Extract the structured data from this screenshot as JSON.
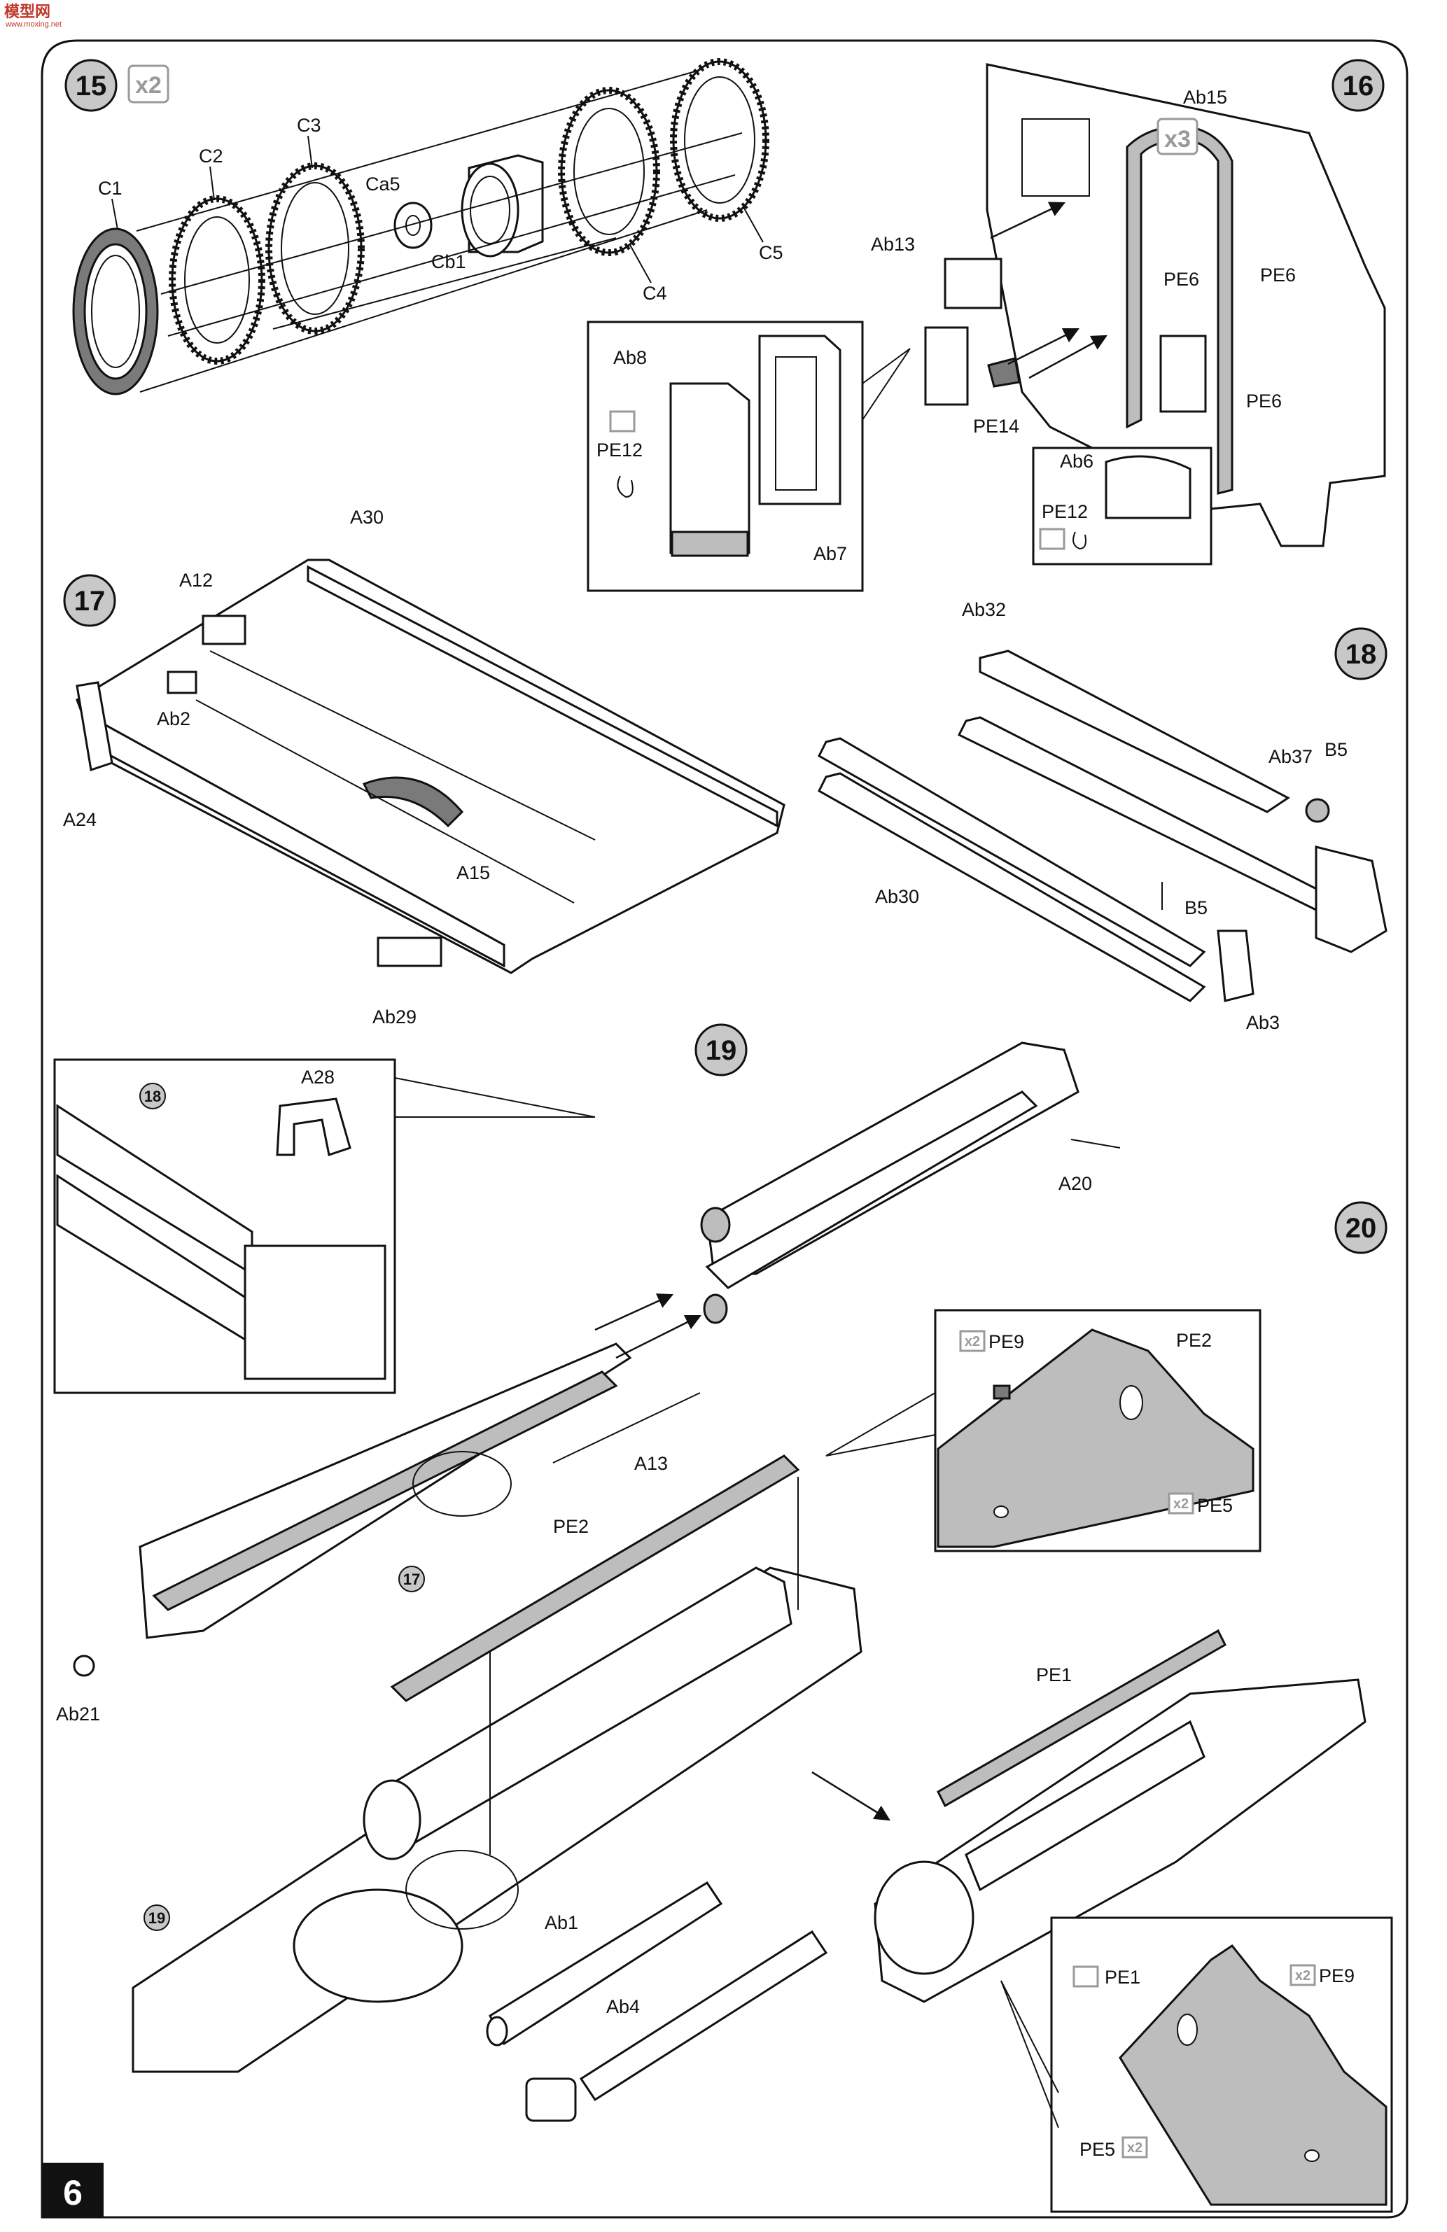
{
  "watermark": {
    "logo": "模型网",
    "site": "www.moxing.net"
  },
  "page_number": "6",
  "steps": {
    "s15": {
      "number": "15",
      "qty": "x2",
      "labels": {
        "c1": "C1",
        "c2": "C2",
        "c3": "C3",
        "ca5": "Ca5",
        "cb1": "Cb1",
        "c4": "C4",
        "c5": "C5"
      },
      "inset": {
        "ab8": "Ab8",
        "pe12": "PE12",
        "ab7": "Ab7"
      }
    },
    "s16": {
      "number": "16",
      "qty": "x3",
      "labels": {
        "ab15": "Ab15",
        "ab13": "Ab13",
        "pe6a": "PE6",
        "pe6b": "PE6",
        "pe6c": "PE6",
        "pe14": "PE14"
      },
      "inset": {
        "ab6": "Ab6",
        "pe12": "PE12"
      }
    },
    "s17": {
      "number": "17",
      "labels": {
        "a30": "A30",
        "a12": "A12",
        "ab2": "Ab2",
        "a24": "A24",
        "a15": "A15",
        "ab29": "Ab29"
      }
    },
    "s18": {
      "number": "18",
      "labels": {
        "ab32": "Ab32",
        "ab37": "Ab37",
        "b5a": "B5",
        "b5b": "B5",
        "ab30": "Ab30",
        "ab3": "Ab3"
      }
    },
    "s19": {
      "number": "19",
      "labels": {
        "a28": "A28",
        "ref18": "18",
        "a20": "A20",
        "a13": "A13",
        "ref17": "17",
        "ab21": "Ab21"
      }
    },
    "s20": {
      "number": "20",
      "labels": {
        "pe9": "PE9",
        "pe9_qty": "x2",
        "pe2": "PE2",
        "pe5": "PE5",
        "pe5_qty": "x2",
        "pe2b": "PE2",
        "ref19": "19",
        "ab1": "Ab1",
        "ab4": "Ab4",
        "pe1": "PE1",
        "pe1b": "PE1",
        "pe9b": "PE9",
        "pe9b_qty": "x2",
        "pe5b": "PE5",
        "pe5b_qty": "x2"
      }
    }
  }
}
